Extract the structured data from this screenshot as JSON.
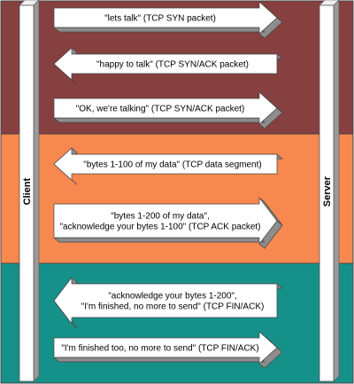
{
  "columns": {
    "client": "Client",
    "server": "Server"
  },
  "phases": [
    {
      "color": "#86403f"
    },
    {
      "color": "#f7884f"
    },
    {
      "color": "#16918a"
    }
  ],
  "messages": [
    {
      "direction": "to-server",
      "lines": [
        "\"lets talk\"  (TCP SYN packet)"
      ]
    },
    {
      "direction": "to-client",
      "lines": [
        "\"happy to talk\" (TCP SYN/ACK packet)"
      ]
    },
    {
      "direction": "to-server",
      "lines": [
        "\"OK, we're talking\" (TCP SYN/ACK packet)"
      ]
    },
    {
      "direction": "to-client",
      "lines": [
        "\"bytes 1-100 of my data\" (TCP data segment)"
      ]
    },
    {
      "direction": "to-server",
      "lines": [
        "\"bytes 1-200 of my data\",",
        "\"acknowledge your bytes 1-100\"   (TCP ACK packet)"
      ]
    },
    {
      "direction": "to-client",
      "lines": [
        "\"acknowledge your bytes 1-200\",",
        "\"I'm finished, no more to send\" (TCP FIN/ACK)"
      ]
    },
    {
      "direction": "to-server",
      "lines": [
        "\"I'm finished too, no more to send\" (TCP FIN/ACK)"
      ]
    }
  ]
}
